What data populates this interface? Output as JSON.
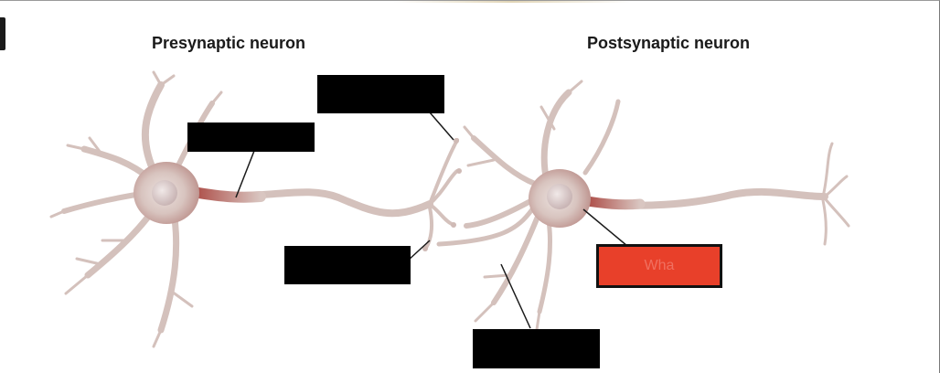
{
  "titles": {
    "presynaptic": "Presynaptic neuron",
    "postsynaptic": "Postsynaptic neuron"
  },
  "label_boxes": [
    {
      "id": "top",
      "text": "",
      "state": "hidden"
    },
    {
      "id": "pre-axon",
      "text": "",
      "state": "hidden"
    },
    {
      "id": "terminal",
      "text": "",
      "state": "hidden"
    },
    {
      "id": "bottom-dendrite",
      "text": "",
      "state": "hidden"
    },
    {
      "id": "post-soma",
      "text": "Wha",
      "state": "active"
    }
  ],
  "colors": {
    "hidden_box": "#000000",
    "active_box": "#e8402a",
    "neuron_body": "#d9c6c1",
    "neuron_core": "#9a2a2a"
  }
}
